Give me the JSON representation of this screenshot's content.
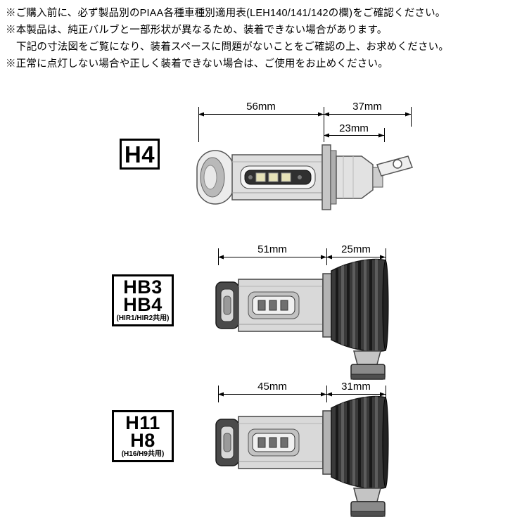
{
  "page": {
    "background": "#ffffff",
    "text_color": "#000000",
    "line_color": "#000000"
  },
  "notices": [
    "※ご購入前に、必ず製品別のPIAA各種車種別適用表(LEH140/141/142の欄)をご確認ください。",
    "※本製品は、純正バルブと一部形状が異なるため、装着できない場合があります。",
    "下記の寸法図をご覧になり、装着スペースに問題がないことをご確認の上、お求めください。",
    "※正常に点灯しない場合や正しく装着できない場合は、ご使用をお止めください。"
  ],
  "sections": [
    {
      "labels": [
        "H4"
      ],
      "note": "",
      "dimensions": {
        "front_section": "56mm",
        "rear_section": "37mm",
        "rear_body": "23mm"
      }
    },
    {
      "labels": [
        "HB3",
        "HB4"
      ],
      "note": "(HIR1/HIR2共用)",
      "dimensions": {
        "front_section": "51mm",
        "rear_section": "25mm"
      }
    },
    {
      "labels": [
        "H11",
        "H8"
      ],
      "note": "(H16/H9共用)",
      "dimensions": {
        "front_section": "45mm",
        "rear_section": "31mm"
      }
    }
  ]
}
